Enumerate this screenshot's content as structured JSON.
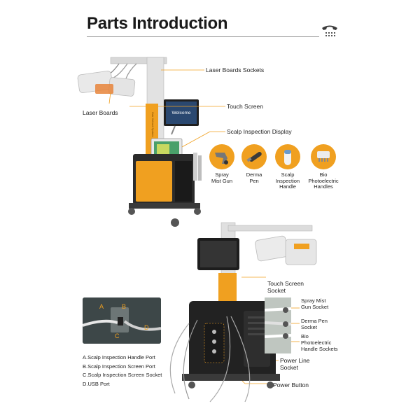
{
  "header": {
    "title": "Parts Introduction",
    "icon": "phone-icon"
  },
  "machine1": {
    "labels": {
      "laser_boards_sockets": "Laser Boards Sockets",
      "laser_boards": "Laser Boards",
      "touch_screen": "Touch Screen",
      "scalp_inspection_display": "Scalp Inspection Display"
    },
    "screen_text": "Welcome",
    "accessories": [
      {
        "label": "Spray\nMist Gun",
        "icon": "spray-gun-icon"
      },
      {
        "label": "Derma\nPen",
        "icon": "derma-pen-icon"
      },
      {
        "label": "Scalp\nInspection\nHandle",
        "icon": "scalp-handle-icon"
      },
      {
        "label": "Bio\nPhotoelectric\nHandles",
        "icon": "bio-handle-icon"
      }
    ]
  },
  "machine2": {
    "labels": {
      "touch_screen_socket": "Touch Screen\nSocket",
      "spray_mist_gun_socket": "Spray Mist\nGun Socket",
      "derma_pen_socket": "Derma Pen\nSocket",
      "bio_socket": "Bio\nPhotoelectric\nHandle Sockets",
      "power_line_socket": "Power Line\nSocket",
      "power_button": "Power Button"
    },
    "inset_letters": [
      "A",
      "B",
      "C",
      "D"
    ],
    "ports": [
      "A.Scalp Inspection Handle Port",
      "B.Scalp Inspection Screen Port",
      "C.Scalp Inspection Screen Socket",
      "D.USB Port"
    ]
  },
  "colors": {
    "accent": "#f0a020",
    "dark": "#222222",
    "leader": "#f0a020"
  }
}
